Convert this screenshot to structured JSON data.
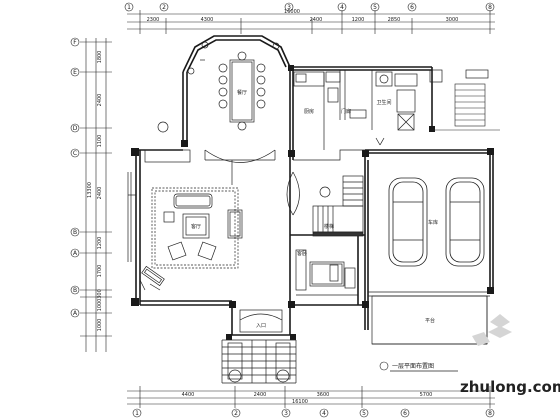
{
  "top_axes": [
    "1",
    "2",
    "3",
    "4",
    "5",
    "6",
    "8"
  ],
  "bottom_axes": [
    "1",
    "2",
    "3",
    "4",
    "5",
    "6",
    "8"
  ],
  "left_axes": [
    "F",
    "E",
    "D",
    "C",
    "B",
    "A",
    "B",
    "A"
  ],
  "top_dims": {
    "overall": "16000",
    "segments": [
      "2300",
      "4300",
      "2400",
      "1200",
      "2850",
      "3000"
    ]
  },
  "bottom_dims": {
    "overall": "16100",
    "segments": [
      "4400",
      "2400",
      "3600",
      "5700"
    ]
  },
  "left_dims": {
    "overall": "13300",
    "segments": [
      "1800",
      "2400",
      "1100",
      "2400",
      "1200",
      "1700",
      "300",
      "1000",
      "1000"
    ]
  },
  "room_labels": {
    "dining": "餐厅",
    "kitchen": "厨房",
    "living": "客厅",
    "garage": "车库",
    "stair_room": "楼梯",
    "bath": "卫生间",
    "porch": "门廊",
    "entry": "入口",
    "terrace": "平台",
    "bedroom": "客卧"
  },
  "drawing_title": "一层平面布置图",
  "watermark": "zhulong.com",
  "colors": {
    "line": "#1a1a1a",
    "thin": "#444444",
    "watermark": "#cfcfcf"
  }
}
